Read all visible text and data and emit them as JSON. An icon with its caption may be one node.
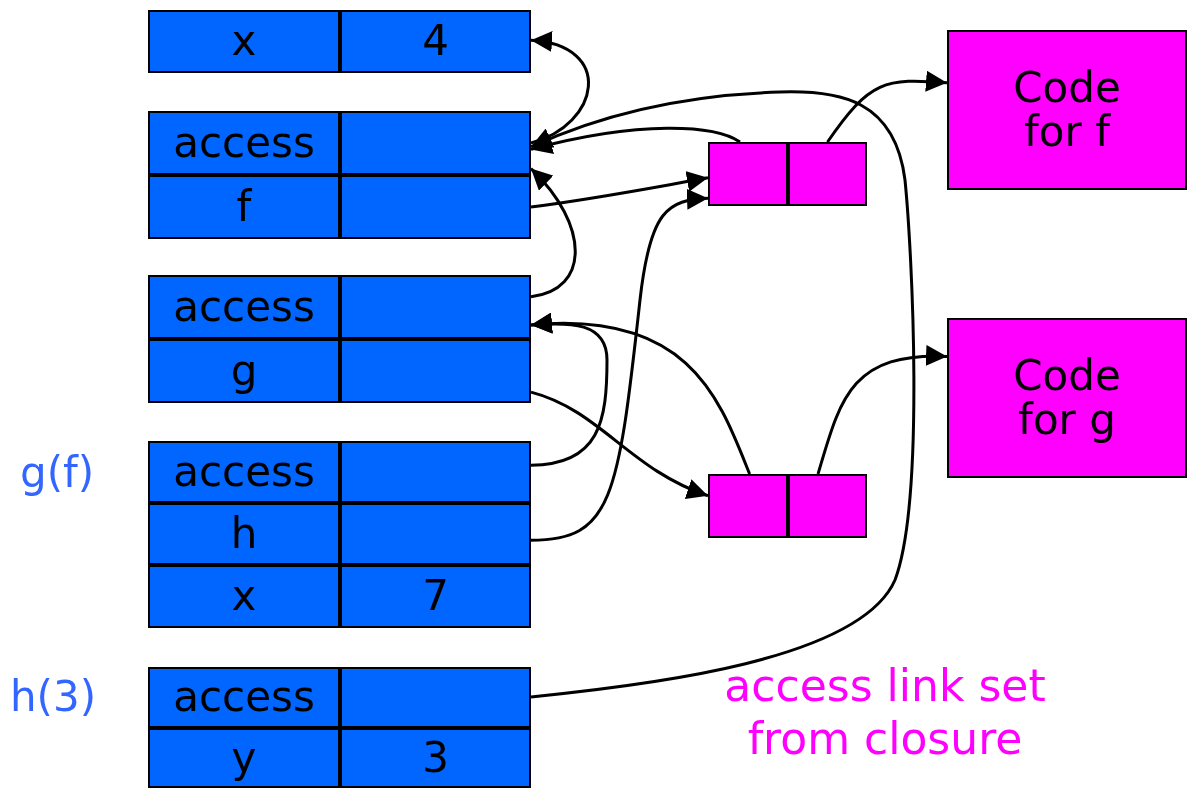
{
  "diagram": {
    "nodes": [
      {
        "text": [],
        "shape": "box"
      },
      {
        "text": [
          "x"
        ],
        "in": 0
      },
      {
        "text": [
          "4"
        ],
        "in": 0
      },
      {
        "text": [],
        "shape": "box"
      },
      {
        "text": [
          "access"
        ],
        "in": 3
      },
      {
        "text": [],
        "shape": "box",
        "in": 3
      },
      {
        "text": [
          "f"
        ],
        "in": 3
      },
      {
        "text": [],
        "shape": "box",
        "in": 3
      },
      {
        "text": [],
        "shape": "box"
      },
      {
        "text": [
          "access"
        ],
        "in": 8
      },
      {
        "text": [],
        "shape": "box",
        "in": 8
      },
      {
        "text": [
          "g"
        ],
        "in": 8
      },
      {
        "text": [],
        "shape": "box",
        "in": 8
      },
      {
        "text": [],
        "shape": "box",
        "beside": [
          "g(f)"
        ]
      },
      {
        "text": [
          "access"
        ],
        "in": 13
      },
      {
        "text": [],
        "shape": "box",
        "in": 13
      },
      {
        "text": [
          "h"
        ],
        "in": 13
      },
      {
        "text": [],
        "shape": "box",
        "in": 13
      },
      {
        "text": [
          "x"
        ],
        "in": 13
      },
      {
        "text": [
          "7"
        ],
        "in": 13
      },
      {
        "text": [],
        "shape": "box",
        "beside": [
          "h(3)"
        ]
      },
      {
        "text": [
          "access"
        ],
        "in": 20
      },
      {
        "text": [],
        "shape": "box",
        "in": 20
      },
      {
        "text": [
          "y"
        ],
        "in": 20
      },
      {
        "text": [
          "3"
        ],
        "in": 20
      },
      {
        "text": [],
        "shape": "box"
      },
      {
        "text": [],
        "shape": "box",
        "in": 25
      },
      {
        "text": [],
        "shape": "box",
        "in": 25
      },
      {
        "text": [],
        "shape": "box"
      },
      {
        "text": [],
        "shape": "box",
        "in": 28
      },
      {
        "text": [],
        "shape": "box",
        "in": 28
      },
      {
        "text": [
          "Code for f"
        ]
      },
      {
        "text": [
          "Code for g"
        ]
      }
    ],
    "edges": [
      {
        "from": 5,
        "to": 0,
        "arrow": "to"
      },
      {
        "from": 7,
        "to": 26,
        "arrow": "to"
      },
      {
        "from": 26,
        "to": 3,
        "arrow": "to"
      },
      {
        "from": 27,
        "to": 31,
        "arrow": "to"
      },
      {
        "from": 10,
        "to": 3,
        "arrow": "to"
      },
      {
        "from": 12,
        "to": 29,
        "arrow": "to"
      },
      {
        "from": 29,
        "to": 8,
        "arrow": "to"
      },
      {
        "from": 30,
        "to": 32,
        "arrow": "to"
      },
      {
        "from": 15,
        "to": 8,
        "arrow": "to"
      },
      {
        "from": 17,
        "to": 26,
        "arrow": "to"
      },
      {
        "from": 22,
        "to": 3,
        "arrow": "to"
      }
    ],
    "labels": [
      "access link set from closure"
    ]
  }
}
